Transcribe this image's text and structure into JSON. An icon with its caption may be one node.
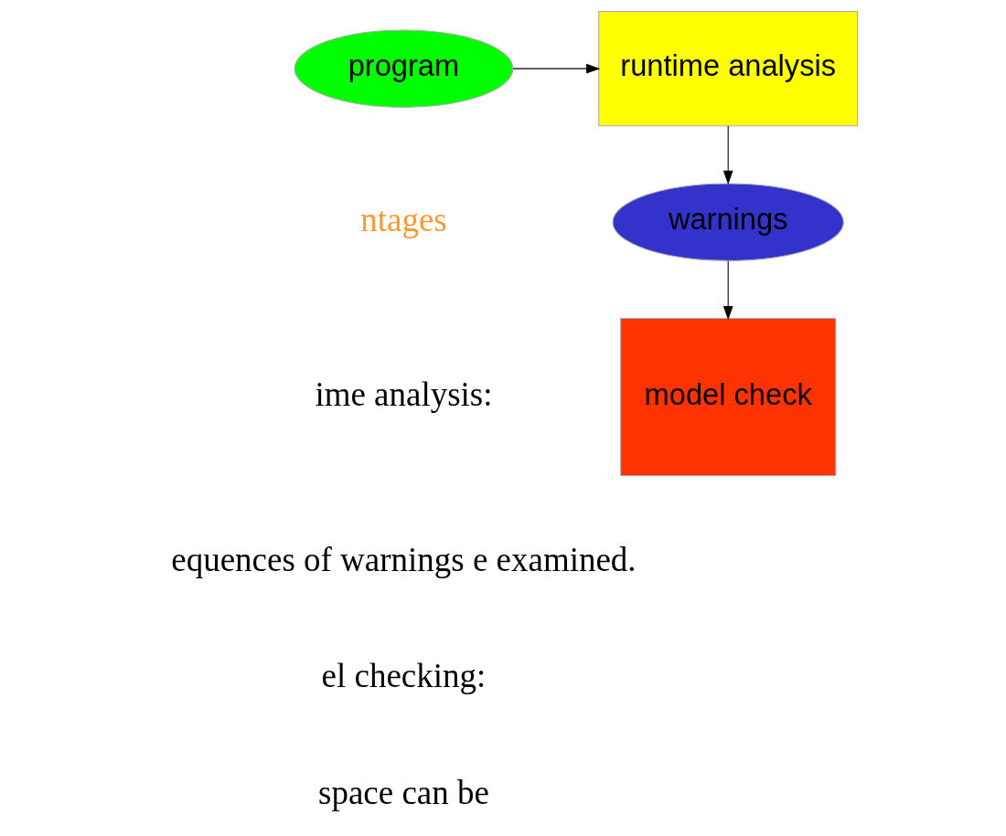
{
  "diagram": {
    "nodes": [
      {
        "text": [
          "program"
        ]
      },
      {
        "text": [
          "runtime analysis"
        ]
      },
      {
        "text": [
          "warnings"
        ]
      },
      {
        "text": [
          "model check"
        ]
      }
    ],
    "edges": [
      {
        "from": 0,
        "to": 1,
        "arrow": "to"
      },
      {
        "from": 1,
        "to": 2,
        "arrow": "to"
      },
      {
        "from": 2,
        "to": 3,
        "arrow": "to"
      }
    ],
    "labels": [
      "ntages",
      "ime analysis:",
      "equences of warnings e examined.",
      "el checking:",
      "space can be"
    ]
  }
}
